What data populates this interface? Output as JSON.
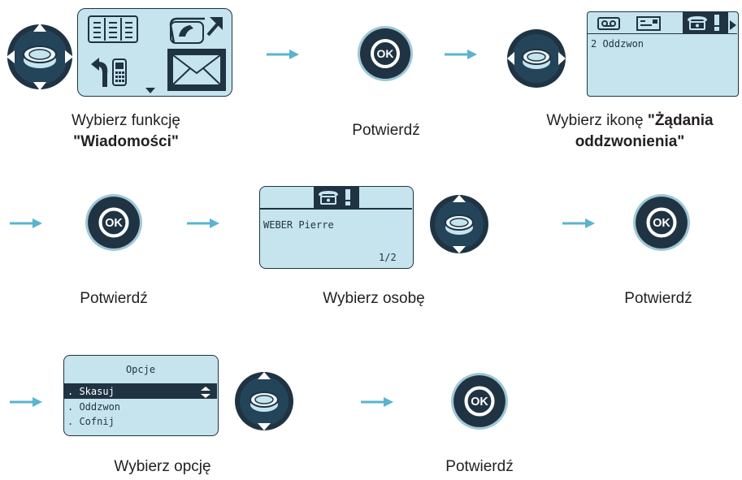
{
  "steps": {
    "s1": {
      "caption_line1": "Wybierz funkcję",
      "caption_line2": "\"Wiadomości\""
    },
    "s2": {
      "caption": "Potwierdź"
    },
    "s3": {
      "caption_line1_plain": "Wybierz ikonę ",
      "caption_line1_bold": "\"Żądania",
      "caption_line2": "oddzwonienia\""
    },
    "s4": {
      "caption": "Potwierdź"
    },
    "s5": {
      "caption": "Wybierz osobę"
    },
    "s6": {
      "caption": "Potwierdź"
    },
    "s7": {
      "caption": "Wybierz opcję"
    },
    "s8": {
      "caption": "Potwierdź"
    }
  },
  "screens": {
    "callback_list": {
      "line1": "2 Oddzwon"
    },
    "person": {
      "name": "WEBER Pierre",
      "counter": "1/2"
    },
    "options": {
      "title": "Opcje",
      "items": [
        "Skasuj",
        "Oddzwon",
        "Cofnij"
      ],
      "selected": "Skasuj"
    }
  },
  "ok_label": "OK",
  "colors": {
    "arrow": "#5ab3cf",
    "lcd_bg": "#c6e4ee",
    "dark": "#1f3342",
    "button_ring": "#9fc7d6"
  },
  "icons": [
    "nav-joystick-icon",
    "ok-button-icon",
    "arrow-right-icon",
    "menu-list-icon",
    "phone-transfer-icon",
    "callback-phone-icon",
    "envelope-icon",
    "voicemail-icon",
    "sms-card-icon",
    "phone-alert-icon"
  ]
}
